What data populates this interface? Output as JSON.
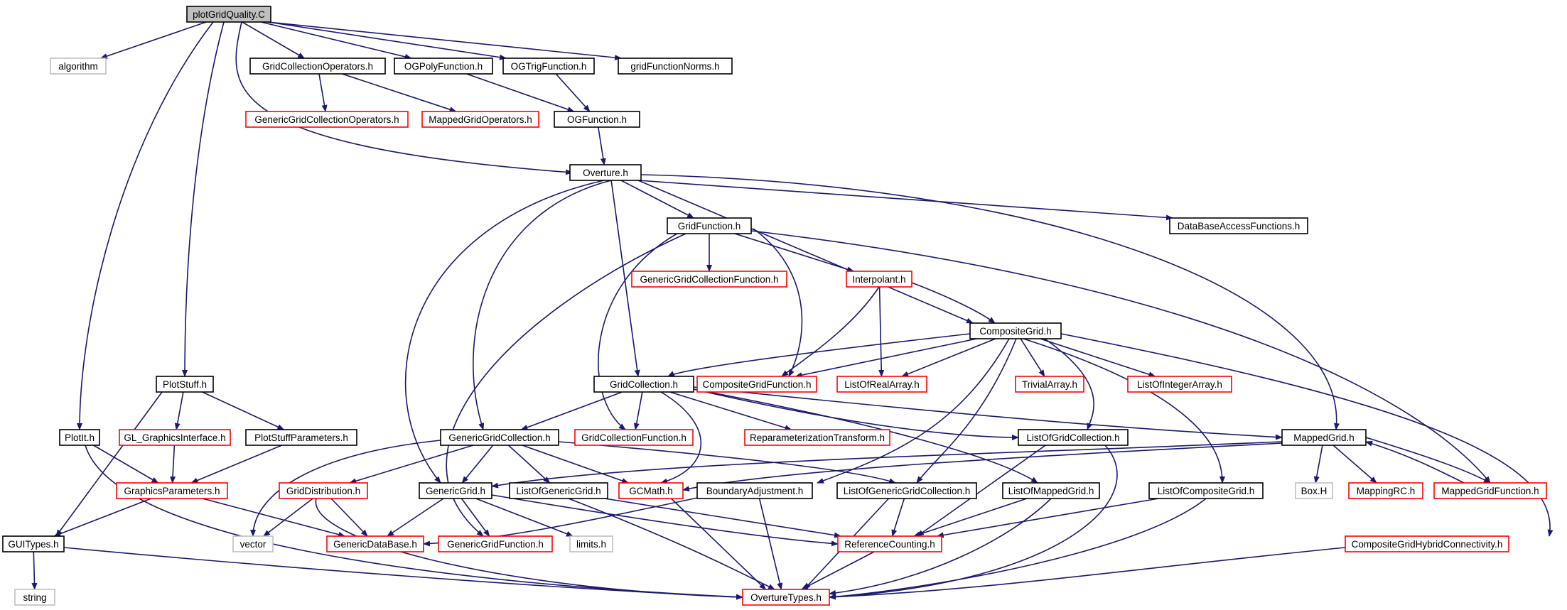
{
  "diagram": {
    "root_id": "plotGridQuality",
    "colors": {
      "edge": "#191970",
      "normal_border": "#000000",
      "missing_border": "#ff0000",
      "system_border": "#bfbfbf",
      "root_fill": "#bfbfbf"
    },
    "nodes": [
      {
        "id": "plotGridQuality",
        "label": "plotGridQuality.C",
        "kind": "root"
      },
      {
        "id": "algorithm",
        "label": "algorithm",
        "kind": "system"
      },
      {
        "id": "GridCollectionOperators",
        "label": "GridCollectionOperators.h",
        "kind": "normal"
      },
      {
        "id": "OGPolyFunction",
        "label": "OGPolyFunction.h",
        "kind": "normal"
      },
      {
        "id": "OGTrigFunction",
        "label": "OGTrigFunction.h",
        "kind": "normal"
      },
      {
        "id": "gridFunctionNorms",
        "label": "gridFunctionNorms.h",
        "kind": "normal"
      },
      {
        "id": "GenericGridCollectionOperators",
        "label": "GenericGridCollectionOperators.h",
        "kind": "missing"
      },
      {
        "id": "MappedGridOperators",
        "label": "MappedGridOperators.h",
        "kind": "missing"
      },
      {
        "id": "OGFunction",
        "label": "OGFunction.h",
        "kind": "normal"
      },
      {
        "id": "Overture",
        "label": "Overture.h",
        "kind": "normal"
      },
      {
        "id": "GridFunction",
        "label": "GridFunction.h",
        "kind": "normal"
      },
      {
        "id": "DataBaseAccessFunctions",
        "label": "DataBaseAccessFunctions.h",
        "kind": "normal"
      },
      {
        "id": "GenericGridCollectionFunction",
        "label": "GenericGridCollectionFunction.h",
        "kind": "missing"
      },
      {
        "id": "Interpolant",
        "label": "Interpolant.h",
        "kind": "missing"
      },
      {
        "id": "CompositeGrid",
        "label": "CompositeGrid.h",
        "kind": "normal"
      },
      {
        "id": "PlotStuff",
        "label": "PlotStuff.h",
        "kind": "normal"
      },
      {
        "id": "GridCollection",
        "label": "GridCollection.h",
        "kind": "normal"
      },
      {
        "id": "CompositeGridFunction",
        "label": "CompositeGridFunction.h",
        "kind": "missing"
      },
      {
        "id": "ListOfRealArray",
        "label": "ListOfRealArray.h",
        "kind": "missing"
      },
      {
        "id": "TrivialArray",
        "label": "TrivialArray.h",
        "kind": "missing"
      },
      {
        "id": "ListOfIntegerArray",
        "label": "ListOfIntegerArray.h",
        "kind": "missing"
      },
      {
        "id": "PlotIt",
        "label": "PlotIt.h",
        "kind": "normal"
      },
      {
        "id": "GL_GraphicsInterface",
        "label": "GL_GraphicsInterface.h",
        "kind": "missing"
      },
      {
        "id": "PlotStuffParameters",
        "label": "PlotStuffParameters.h",
        "kind": "normal"
      },
      {
        "id": "GenericGridCollection",
        "label": "GenericGridCollection.h",
        "kind": "normal"
      },
      {
        "id": "GridCollectionFunction",
        "label": "GridCollectionFunction.h",
        "kind": "missing"
      },
      {
        "id": "ReparameterizationTransform",
        "label": "ReparameterizationTransform.h",
        "kind": "missing"
      },
      {
        "id": "ListOfGridCollection",
        "label": "ListOfGridCollection.h",
        "kind": "normal"
      },
      {
        "id": "MappedGrid",
        "label": "MappedGrid.h",
        "kind": "normal"
      },
      {
        "id": "GraphicsParameters",
        "label": "GraphicsParameters.h",
        "kind": "missing"
      },
      {
        "id": "GridDistribution",
        "label": "GridDistribution.h",
        "kind": "missing"
      },
      {
        "id": "GenericGrid",
        "label": "GenericGrid.h",
        "kind": "normal"
      },
      {
        "id": "ListOfGenericGrid",
        "label": "ListOfGenericGrid.h",
        "kind": "normal"
      },
      {
        "id": "GCMath",
        "label": "GCMath.h",
        "kind": "missing"
      },
      {
        "id": "BoundaryAdjustment",
        "label": "BoundaryAdjustment.h",
        "kind": "normal"
      },
      {
        "id": "ListOfGenericGridCollection",
        "label": "ListOfGenericGridCollection.h",
        "kind": "normal"
      },
      {
        "id": "ListOfMappedGrid",
        "label": "ListOfMappedGrid.h",
        "kind": "normal"
      },
      {
        "id": "ListOfCompositeGrid",
        "label": "ListOfCompositeGrid.h",
        "kind": "normal"
      },
      {
        "id": "BoxH",
        "label": "Box.H",
        "kind": "system"
      },
      {
        "id": "MappingRC",
        "label": "MappingRC.h",
        "kind": "missing"
      },
      {
        "id": "MappedGridFunction",
        "label": "MappedGridFunction.h",
        "kind": "missing"
      },
      {
        "id": "GUITypes",
        "label": "GUITypes.h",
        "kind": "normal"
      },
      {
        "id": "vector",
        "label": "vector",
        "kind": "system"
      },
      {
        "id": "GenericDataBase",
        "label": "GenericDataBase.h",
        "kind": "missing"
      },
      {
        "id": "GenericGridFunction",
        "label": "GenericGridFunction.h",
        "kind": "missing"
      },
      {
        "id": "limits",
        "label": "limits.h",
        "kind": "system"
      },
      {
        "id": "ReferenceCounting",
        "label": "ReferenceCounting.h",
        "kind": "missing"
      },
      {
        "id": "CompositeGridHybridConnectivity",
        "label": "CompositeGridHybridConnectivity.h",
        "kind": "missing"
      },
      {
        "id": "string",
        "label": "string",
        "kind": "system"
      },
      {
        "id": "OvertureTypes",
        "label": "OvertureTypes.h",
        "kind": "missing"
      }
    ],
    "edges": [
      [
        "plotGridQuality",
        "algorithm"
      ],
      [
        "plotGridQuality",
        "GridCollectionOperators"
      ],
      [
        "plotGridQuality",
        "OGPolyFunction"
      ],
      [
        "plotGridQuality",
        "OGTrigFunction"
      ],
      [
        "plotGridQuality",
        "gridFunctionNorms"
      ],
      [
        "plotGridQuality",
        "Overture"
      ],
      [
        "plotGridQuality",
        "PlotStuff"
      ],
      [
        "plotGridQuality",
        "PlotIt"
      ],
      [
        "GridCollectionOperators",
        "GenericGridCollectionOperators"
      ],
      [
        "GridCollectionOperators",
        "MappedGridOperators"
      ],
      [
        "OGPolyFunction",
        "OGFunction"
      ],
      [
        "OGTrigFunction",
        "OGFunction"
      ],
      [
        "OGFunction",
        "Overture"
      ],
      [
        "Overture",
        "GridFunction"
      ],
      [
        "Overture",
        "DataBaseAccessFunctions"
      ],
      [
        "Overture",
        "CompositeGrid"
      ],
      [
        "Overture",
        "GridCollection"
      ],
      [
        "Overture",
        "GenericGridCollection"
      ],
      [
        "Overture",
        "GenericGrid"
      ],
      [
        "Overture",
        "MappedGrid"
      ],
      [
        "GridFunction",
        "GenericGridCollectionFunction"
      ],
      [
        "GridFunction",
        "Interpolant"
      ],
      [
        "GridFunction",
        "CompositeGridFunction"
      ],
      [
        "GridFunction",
        "GridCollectionFunction"
      ],
      [
        "GridFunction",
        "GenericGridFunction"
      ],
      [
        "GridFunction",
        "MappedGridFunction"
      ],
      [
        "Interpolant",
        "CompositeGrid"
      ],
      [
        "Interpolant",
        "CompositeGridFunction"
      ],
      [
        "Interpolant",
        "ListOfRealArray"
      ],
      [
        "CompositeGrid",
        "GridCollection"
      ],
      [
        "CompositeGrid",
        "CompositeGridFunction"
      ],
      [
        "CompositeGrid",
        "ListOfRealArray"
      ],
      [
        "CompositeGrid",
        "TrivialArray"
      ],
      [
        "CompositeGrid",
        "ListOfIntegerArray"
      ],
      [
        "CompositeGrid",
        "ListOfGridCollection"
      ],
      [
        "CompositeGrid",
        "ListOfCompositeGrid"
      ],
      [
        "CompositeGrid",
        "BoundaryAdjustment"
      ],
      [
        "CompositeGrid",
        "ListOfGenericGridCollection"
      ],
      [
        "CompositeGrid",
        "CompositeGridHybridConnectivity"
      ],
      [
        "GridCollection",
        "GenericGridCollection"
      ],
      [
        "GridCollection",
        "GridCollectionFunction"
      ],
      [
        "GridCollection",
        "ReparameterizationTransform"
      ],
      [
        "GridCollection",
        "ListOfGridCollection"
      ],
      [
        "GridCollection",
        "MappedGrid"
      ],
      [
        "GridCollection",
        "ListOfMappedGrid"
      ],
      [
        "GridCollection",
        "GCMath"
      ],
      [
        "PlotStuff",
        "GL_GraphicsInterface"
      ],
      [
        "PlotStuff",
        "PlotStuffParameters"
      ],
      [
        "PlotStuff",
        "GUITypes"
      ],
      [
        "GL_GraphicsInterface",
        "GraphicsParameters"
      ],
      [
        "PlotStuffParameters",
        "GraphicsParameters"
      ],
      [
        "PlotIt",
        "GraphicsParameters"
      ],
      [
        "PlotIt",
        "OvertureTypes"
      ],
      [
        "GraphicsParameters",
        "GUITypes"
      ],
      [
        "GraphicsParameters",
        "GenericDataBase"
      ],
      [
        "GUITypes",
        "string"
      ],
      [
        "GUITypes",
        "OvertureTypes"
      ],
      [
        "GenericGridCollection",
        "GenericGrid"
      ],
      [
        "GenericGridCollection",
        "ListOfGenericGrid"
      ],
      [
        "GenericGridCollection",
        "GridDistribution"
      ],
      [
        "GenericGridCollection",
        "GCMath"
      ],
      [
        "GenericGridCollection",
        "ListOfGenericGridCollection"
      ],
      [
        "GenericGridCollection",
        "vector"
      ],
      [
        "GridDistribution",
        "vector"
      ],
      [
        "GridDistribution",
        "GenericDataBase"
      ],
      [
        "GridDistribution",
        "OvertureTypes"
      ],
      [
        "GenericGrid",
        "GenericDataBase"
      ],
      [
        "GenericGrid",
        "GenericGridFunction"
      ],
      [
        "GenericGrid",
        "limits"
      ],
      [
        "GenericGrid",
        "ReferenceCounting"
      ],
      [
        "ListOfGenericGrid",
        "ReferenceCounting"
      ],
      [
        "ListOfGenericGrid",
        "OvertureTypes"
      ],
      [
        "GCMath",
        "OvertureTypes"
      ],
      [
        "BoundaryAdjustment",
        "GenericDataBase"
      ],
      [
        "BoundaryAdjustment",
        "OvertureTypes"
      ],
      [
        "ListOfGenericGridCollection",
        "ReferenceCounting"
      ],
      [
        "ListOfGenericGridCollection",
        "OvertureTypes"
      ],
      [
        "ListOfMappedGrid",
        "ReferenceCounting"
      ],
      [
        "ListOfMappedGrid",
        "OvertureTypes"
      ],
      [
        "ListOfCompositeGrid",
        "ReferenceCounting"
      ],
      [
        "ListOfCompositeGrid",
        "OvertureTypes"
      ],
      [
        "ListOfGridCollection",
        "ReferenceCounting"
      ],
      [
        "ListOfGridCollection",
        "OvertureTypes"
      ],
      [
        "MappedGrid",
        "GenericGrid"
      ],
      [
        "MappedGrid",
        "GCMath"
      ],
      [
        "MappedGrid",
        "BoxH"
      ],
      [
        "MappedGrid",
        "MappingRC"
      ],
      [
        "MappedGrid",
        "MappedGridFunction"
      ],
      [
        "MappedGridFunction",
        "MappedGrid"
      ],
      [
        "ReferenceCounting",
        "OvertureTypes"
      ],
      [
        "CompositeGridHybridConnectivity",
        "OvertureTypes"
      ]
    ]
  }
}
